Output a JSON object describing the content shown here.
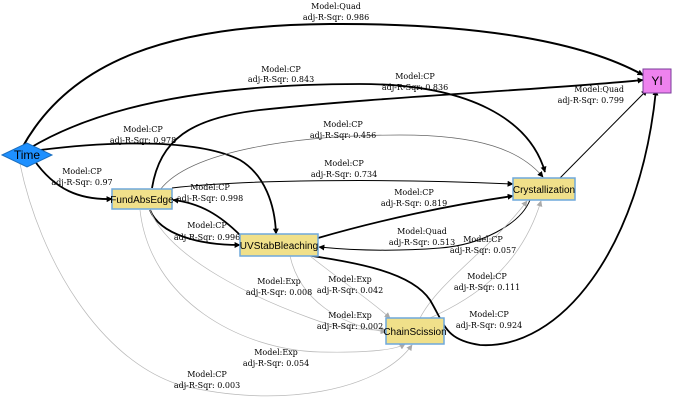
{
  "colors": {
    "node_fill": "#f0e08a",
    "node_border": "#6fa8dc",
    "time_fill": "#1e90ff",
    "yi_fill": "#ee82ee",
    "edge_dark": "#000000",
    "edge_light": "#b8b8b8"
  },
  "nodes": {
    "time": "Time",
    "yi": "YI",
    "fund_abs_edge": "FundAbsEdge",
    "uv_stab_bleaching": "UVStabBleaching",
    "crystallization": "Crystallization",
    "chain_scission": "ChainScission"
  },
  "edges": [
    {
      "id": "time-yi",
      "from": "Time",
      "to": "YI",
      "model": "Model:Quad",
      "fit": "adj-R-Sqr: 0.986",
      "weight": "strong"
    },
    {
      "id": "time-cryst",
      "from": "Time",
      "to": "Crystallization",
      "model": "Model:CP",
      "fit": "adj-R-Sqr: 0.843",
      "weight": "strong"
    },
    {
      "id": "fund-yi",
      "from": "FundAbsEdge",
      "to": "YI",
      "model": "Model:CP",
      "fit": "adj-R-Sqr: 0.836",
      "weight": "strong"
    },
    {
      "id": "cryst-yi",
      "from": "Crystallization",
      "to": "YI",
      "model": "Model:Quad",
      "fit": "adj-R-Sqr: 0.799",
      "weight": "normal"
    },
    {
      "id": "time-uv",
      "from": "Time",
      "to": "UVStabBleaching",
      "model": "Model:CP",
      "fit": "adj-R-Sqr: 0.978",
      "weight": "strong"
    },
    {
      "id": "fund-cryst-456",
      "from": "FundAbsEdge",
      "to": "Crystallization",
      "model": "Model:CP",
      "fit": "adj-R-Sqr: 0.456",
      "weight": "thin"
    },
    {
      "id": "fund-cryst-734",
      "from": "FundAbsEdge",
      "to": "Crystallization",
      "model": "Model:CP",
      "fit": "adj-R-Sqr: 0.734",
      "weight": "normal"
    },
    {
      "id": "time-fund",
      "from": "Time",
      "to": "FundAbsEdge",
      "model": "Model:CP",
      "fit": "adj-R-Sqr: 0.97",
      "weight": "strong"
    },
    {
      "id": "uv-fund",
      "from": "UVStabBleaching",
      "to": "FundAbsEdge",
      "model": "Model:CP",
      "fit": "adj-R-Sqr: 0.998",
      "weight": "strong"
    },
    {
      "id": "fund-uv",
      "from": "FundAbsEdge",
      "to": "UVStabBleaching",
      "model": "Model:CP",
      "fit": "adj-R-Sqr: 0.996",
      "weight": "strong"
    },
    {
      "id": "uv-cryst",
      "from": "UVStabBleaching",
      "to": "Crystallization",
      "model": "Model:CP",
      "fit": "adj-R-Sqr: 0.819",
      "weight": "strong"
    },
    {
      "id": "cryst-uv",
      "from": "Crystallization",
      "to": "UVStabBleaching",
      "model": "Model:Quad",
      "fit": "adj-R-Sqr: 0.513",
      "weight": "normal"
    },
    {
      "id": "cs-cryst-057",
      "from": "ChainScission",
      "to": "Crystallization",
      "model": "Model:CP",
      "fit": "adj-R-Sqr: 0.057",
      "weight": "faint"
    },
    {
      "id": "cs-cryst-111",
      "from": "ChainScission",
      "to": "Crystallization",
      "model": "Model:CP",
      "fit": "adj-R-Sqr: 0.111",
      "weight": "faint"
    },
    {
      "id": "uv-yi",
      "from": "UVStabBleaching",
      "to": "YI",
      "model": "Model:CP",
      "fit": "adj-R-Sqr: 0.924",
      "weight": "strong"
    },
    {
      "id": "fund-cs",
      "from": "FundAbsEdge",
      "to": "ChainScission",
      "model": "Model:Exp",
      "fit": "adj-R-Sqr: 0.008",
      "weight": "faint"
    },
    {
      "id": "uv-cs-042",
      "from": "UVStabBleaching",
      "to": "ChainScission",
      "model": "Model:Exp",
      "fit": "adj-R-Sqr: 0.042",
      "weight": "faint"
    },
    {
      "id": "uv-cs-002",
      "from": "UVStabBleaching",
      "to": "ChainScission",
      "model": "Model:Exp",
      "fit": "adj-R-Sqr: 0.002",
      "weight": "faint"
    },
    {
      "id": "fund-cs-054",
      "from": "FundAbsEdge",
      "to": "ChainScission",
      "model": "Model:Exp",
      "fit": "adj-R-Sqr: 0.054",
      "weight": "faint"
    },
    {
      "id": "time-cs",
      "from": "Time",
      "to": "ChainScission",
      "model": "Model:CP",
      "fit": "adj-R-Sqr: 0.003",
      "weight": "faint"
    }
  ]
}
